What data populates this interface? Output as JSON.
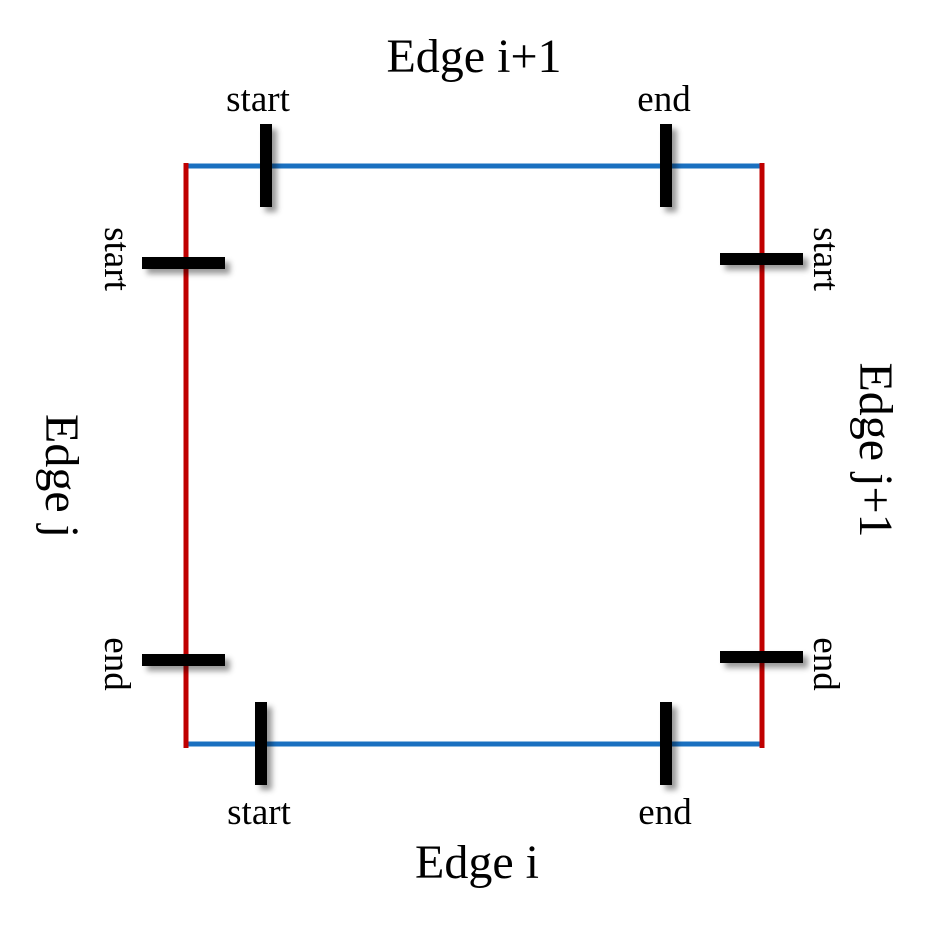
{
  "diagram": {
    "edges": {
      "top": {
        "title": "Edge i+1",
        "start_label": "start",
        "end_label": "end",
        "color": "#1a70c0"
      },
      "bottom": {
        "title": "Edge i",
        "start_label": "start",
        "end_label": "end",
        "color": "#1a70c0"
      },
      "left": {
        "title": "Edge j",
        "start_label": "start",
        "end_label": "end",
        "color": "#c00000"
      },
      "right": {
        "title": "Edge j+1",
        "start_label": "start",
        "end_label": "end",
        "color": "#c00000"
      }
    },
    "marker_color": "#000000"
  }
}
